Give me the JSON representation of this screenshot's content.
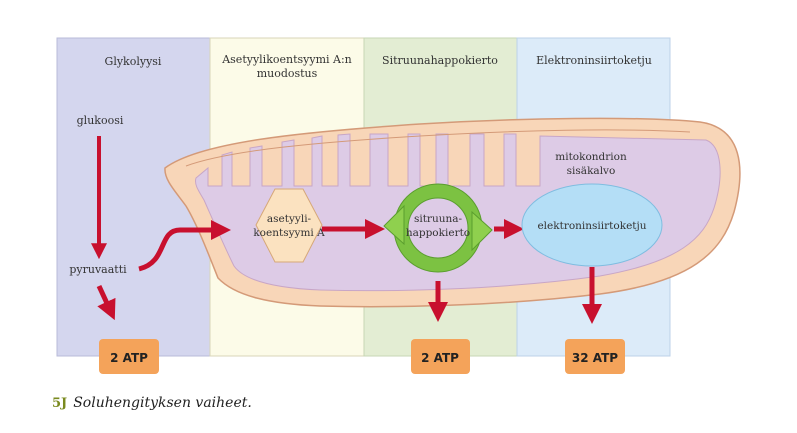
{
  "stages": [
    {
      "line1": "Glykolyysi",
      "line2": ""
    },
    {
      "line1": "Asetyylikoentsyymi A:n",
      "line2": "muodostus"
    },
    {
      "line1": "Sitruunahappokierto",
      "line2": ""
    },
    {
      "line1": "Elektroninsiirtoketju",
      "line2": ""
    }
  ],
  "labels": {
    "glucose": "glukoosi",
    "pyruvate": "pyruvaatti",
    "acetyl_line1": "asetyyli-",
    "acetyl_line2": "koentsyymi A",
    "citric_line1": "sitruuna-",
    "citric_line2": "happokierto",
    "etc": "elektroninsiirtoketju",
    "membrane_line1": "mitokondrion",
    "membrane_line2": "sisäkalvo"
  },
  "atp": [
    "2 ATP",
    "2 ATP",
    "32 ATP"
  ],
  "caption": {
    "number": "5J",
    "text": "Soluhengityksen vaiheet."
  },
  "colors": {
    "glycolysis_bg": "#d4d6ee",
    "acetyl_bg": "#fcfbe8",
    "citric_bg": "#e3edd3",
    "etc_bg": "#dcebf9",
    "arrow": "#c8102e",
    "atp_badge": "#f4a35a",
    "mito_outer": "#f8d6b8",
    "mito_inner": "#ddcbe6",
    "hexagon": "#fbe2c0",
    "cycle": "#7cc242",
    "etc_ellipse": "#b4def6"
  }
}
